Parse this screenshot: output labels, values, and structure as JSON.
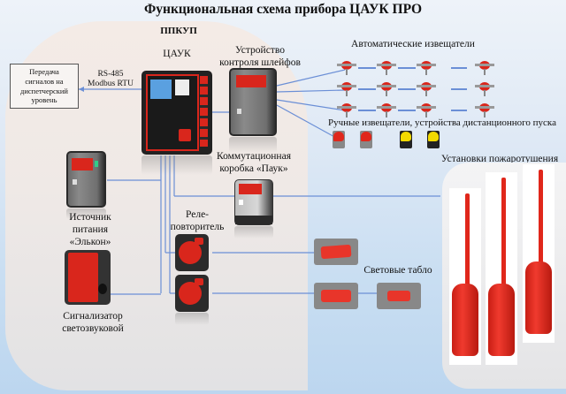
{
  "title": "Функциональная схема прибора ЦАУК ПРО",
  "ppkup_label": "ППКУП",
  "dispatch_box": {
    "line1": "Передача",
    "line2": "сигналов на",
    "line3": "диспетчерский",
    "line4": "уровень"
  },
  "interface": {
    "line1": "RS-485",
    "line2": "Modbus RTU"
  },
  "devices": {
    "cauk": "ЦАУК",
    "loop_controller": {
      "line1": "Устройство",
      "line2": "контроля шлейфов"
    },
    "junction_box": {
      "line1": "Коммутационная",
      "line2": "коробка «Паук»"
    },
    "power_supply": {
      "line1": "Источник",
      "line2": "питания",
      "line3": "«Элькон»"
    },
    "relay": {
      "line1": "Реле-",
      "line2": "повторитель"
    },
    "siren": {
      "line1": "Сигнализатор",
      "line2": "светозвуковой"
    },
    "light_boards": "Световые табло",
    "auto_detectors": "Автоматические извещатели",
    "manual_detectors": "Ручные извещатели, устройства дистанционного пуска",
    "extinguishers": "Установки пожаротушения"
  },
  "icons": {
    "detector": "smoke-detector-icon",
    "manual_red": "manual-call-point-red-icon",
    "manual_yellow": "remote-start-yellow-icon",
    "light_board": "light-board-icon",
    "extinguisher": "fire-extinguisher-tank-icon"
  },
  "colors": {
    "line": "#6b8fd6",
    "device_red": "#d9261c",
    "manual_yellow": "#f2d900",
    "cabinet_gray": "#7a7a7a"
  }
}
